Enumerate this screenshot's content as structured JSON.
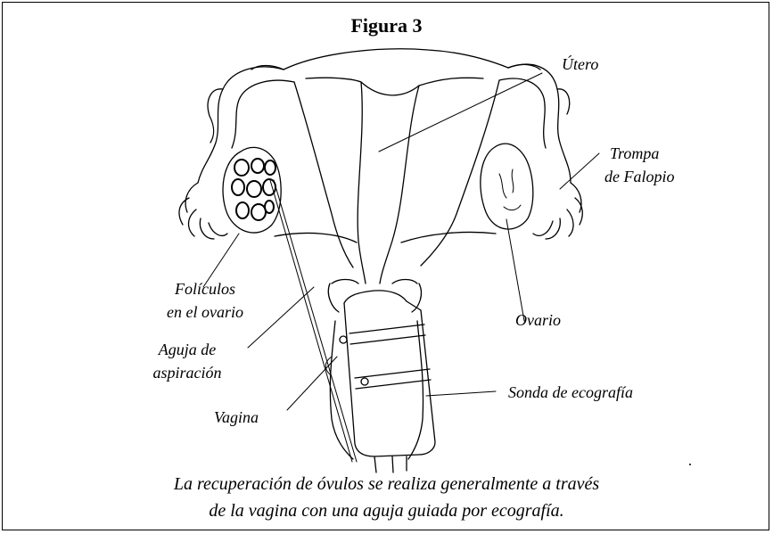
{
  "figure": {
    "title": "Figura 3",
    "labels": {
      "utero": "Útero",
      "trompa_line1": "Trompa",
      "trompa_line2": "de Falopio",
      "foliculos_line1": "Folículos",
      "foliculos_line2": "en el ovario",
      "ovario": "Ovario",
      "aguja_line1": "Aguja de",
      "aguja_line2": "aspiración",
      "vagina": "Vagina",
      "sonda": "Sonda de ecografía"
    },
    "caption_line1": "La recuperación de óvulos se realiza generalmente a través",
    "caption_line2": "de la vagina con una aguja guiada por ecografía."
  }
}
